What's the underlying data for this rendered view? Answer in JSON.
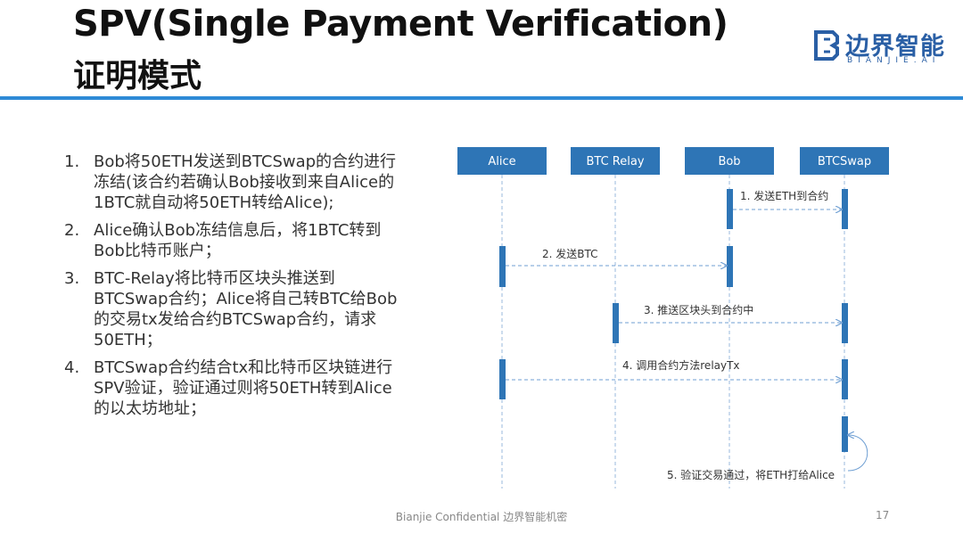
{
  "title": {
    "line1": "SPV(Single Payment Verification)",
    "line2": "证明模式"
  },
  "logo": {
    "name": "边界智能",
    "sub": "BIANJIE.AI"
  },
  "steps": [
    {
      "num": "1.",
      "text": "Bob将50ETH发送到BTCSwap的合约进行冻结(该合约若确认Bob接收到来自Alice的1BTC就自动将50ETH转给Alice);"
    },
    {
      "num": "2.",
      "text": "Alice确认Bob冻结信息后，将1BTC转到Bob比特币账户；"
    },
    {
      "num": "3.",
      "text": "BTC-Relay将比特币区块头推送到BTCSwap合约；Alice将自己转BTC给Bob的交易tx发给合约BTCSwap合约，请求50ETH；"
    },
    {
      "num": "4.",
      "text": "BTCSwap合约结合tx和比特币区块链进行SPV验证，验证通过则将50ETH转到Alice的以太坊地址；"
    }
  ],
  "diagram": {
    "participants": [
      "Alice",
      "BTC Relay",
      "Bob",
      "BTCSwap"
    ],
    "messages": [
      {
        "label": "1. 发送ETH到合约"
      },
      {
        "label": "2. 发送BTC"
      },
      {
        "label": "3. 推送区块头到合约中"
      },
      {
        "label": "4. 调用合约方法relayTx"
      },
      {
        "label": "5. 验证交易通过，将ETH打给Alice"
      }
    ],
    "colors": {
      "box": "#2e75b6",
      "line": "#6f9fd3"
    }
  },
  "footer": {
    "text": "Bianjie Confidential  边界智能机密",
    "page": "17"
  }
}
